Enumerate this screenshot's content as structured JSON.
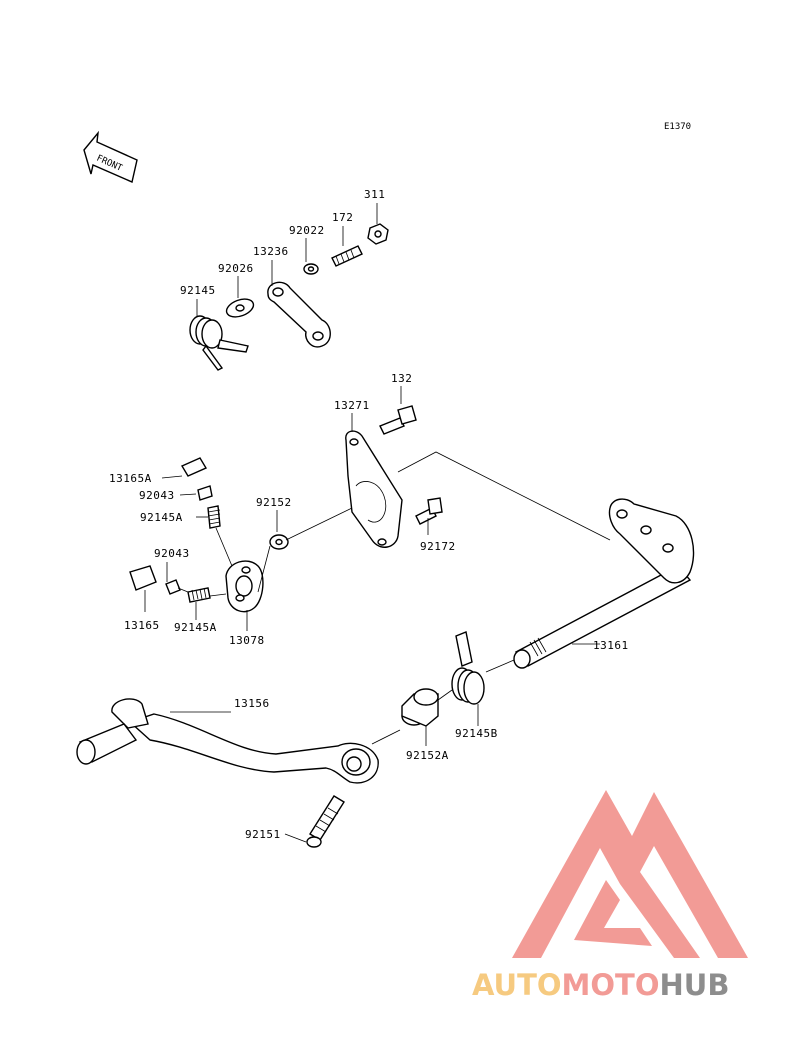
{
  "diagram": {
    "code": "E1370",
    "front_label": "FRONT",
    "parts": [
      {
        "id": "311",
        "label": "311"
      },
      {
        "id": "172",
        "label": "172"
      },
      {
        "id": "92022",
        "label": "92022"
      },
      {
        "id": "13236",
        "label": "13236"
      },
      {
        "id": "92026",
        "label": "92026"
      },
      {
        "id": "92145",
        "label": "92145"
      },
      {
        "id": "132",
        "label": "132"
      },
      {
        "id": "13271",
        "label": "13271"
      },
      {
        "id": "13165A",
        "label": "13165A"
      },
      {
        "id": "92043a",
        "label": "92043"
      },
      {
        "id": "92145Aa",
        "label": "92145A"
      },
      {
        "id": "92152",
        "label": "92152"
      },
      {
        "id": "92172",
        "label": "92172"
      },
      {
        "id": "92043b",
        "label": "92043"
      },
      {
        "id": "13165",
        "label": "13165"
      },
      {
        "id": "92145Ab",
        "label": "92145A"
      },
      {
        "id": "13078",
        "label": "13078"
      },
      {
        "id": "13161",
        "label": "13161"
      },
      {
        "id": "13156",
        "label": "13156"
      },
      {
        "id": "92152A",
        "label": "92152A"
      },
      {
        "id": "92145B",
        "label": "92145B"
      },
      {
        "id": "92151",
        "label": "92151"
      }
    ]
  },
  "watermark": {
    "part1": "AUTO",
    "part2": "MOTO",
    "part3": "HUB",
    "colors": {
      "auto": "#f5c16a",
      "moto": "#f08a84",
      "hub": "#7a7a7a",
      "logo": "#f08a84"
    }
  }
}
